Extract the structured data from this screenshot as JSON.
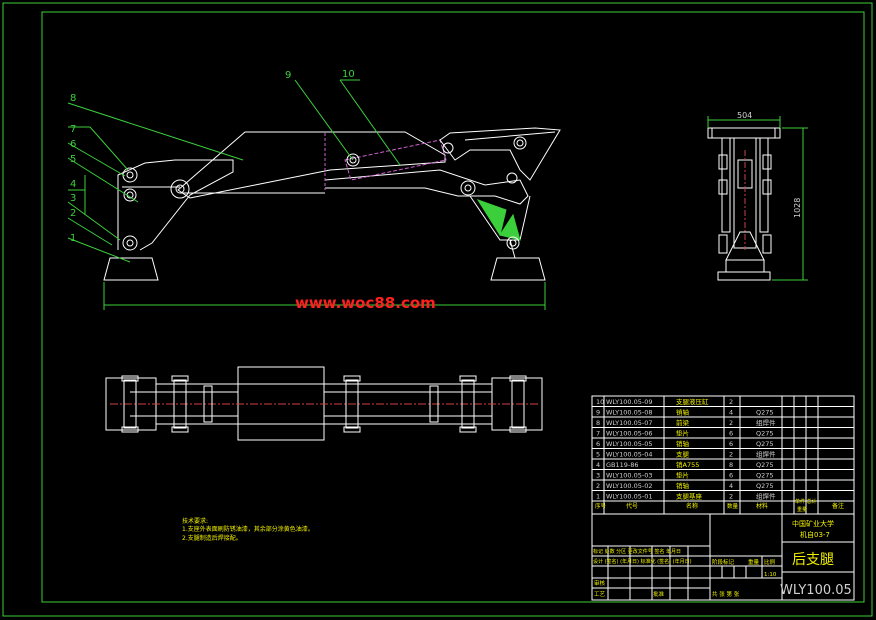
{
  "callouts": [
    "1",
    "2",
    "3",
    "4",
    "5",
    "6",
    "7",
    "8",
    "9",
    "10"
  ],
  "dimensions": {
    "width": "504",
    "height": "1028"
  },
  "watermark": "www.woc88.com",
  "notes": {
    "heading": "技术要求:",
    "line1": "1.支座外表面刷防锈油漆，其余部分涂黄色油漆。",
    "line2": "2.支腿制造后焊接配。"
  },
  "parts_list": {
    "rows": [
      {
        "no": "10",
        "code": "WLY100.05-09",
        "name": "支腿液压缸",
        "qty": "2",
        "material": ""
      },
      {
        "no": "9",
        "code": "WLY100.05-08",
        "name": "销轴",
        "qty": "4",
        "material": "Q275"
      },
      {
        "no": "8",
        "code": "WLY100.05-07",
        "name": "前梁",
        "qty": "2",
        "material": "组焊件"
      },
      {
        "no": "7",
        "code": "WLY100.05-06",
        "name": "垫片",
        "qty": "6",
        "material": "Q275"
      },
      {
        "no": "6",
        "code": "WLY100.05-05",
        "name": "销轴",
        "qty": "6",
        "material": "Q275"
      },
      {
        "no": "5",
        "code": "WLY100.05-04",
        "name": "支腿",
        "qty": "2",
        "material": "组焊件"
      },
      {
        "no": "4",
        "code": "GB119-86",
        "name": "销A755",
        "qty": "8",
        "material": "Q275"
      },
      {
        "no": "3",
        "code": "WLY100.05-03",
        "name": "垫片",
        "qty": "6",
        "material": "Q275"
      },
      {
        "no": "2",
        "code": "WLY100.05-02",
        "name": "销轴",
        "qty": "4",
        "material": "Q275"
      },
      {
        "no": "1",
        "code": "WLY100.05-01",
        "name": "支腿基座",
        "qty": "2",
        "material": "组焊件"
      }
    ],
    "header": {
      "no": "序号",
      "code": "代号",
      "name": "名称",
      "qty": "数量",
      "material": "材料",
      "unit_total": "单件 总计",
      "weight": "重量",
      "remark": "备注"
    }
  },
  "title_block": {
    "school": "中国矿业大学",
    "class": "机自03-7",
    "title": "后支腿",
    "drawing_no": "WLY100.05",
    "scale": "1:10",
    "mark_row": "标记 处数 分区 更改文件号 签名 年月日",
    "design_row": "设计 (签名) (年月日) 标准化 (签名) (年月日)",
    "stage_label": "阶段标记",
    "weight_label": "重量",
    "ratio_label": "比例",
    "review_label": "审核",
    "process_label": "工艺",
    "approve_label": "批准",
    "sheet_label": "共 张 第 张"
  }
}
